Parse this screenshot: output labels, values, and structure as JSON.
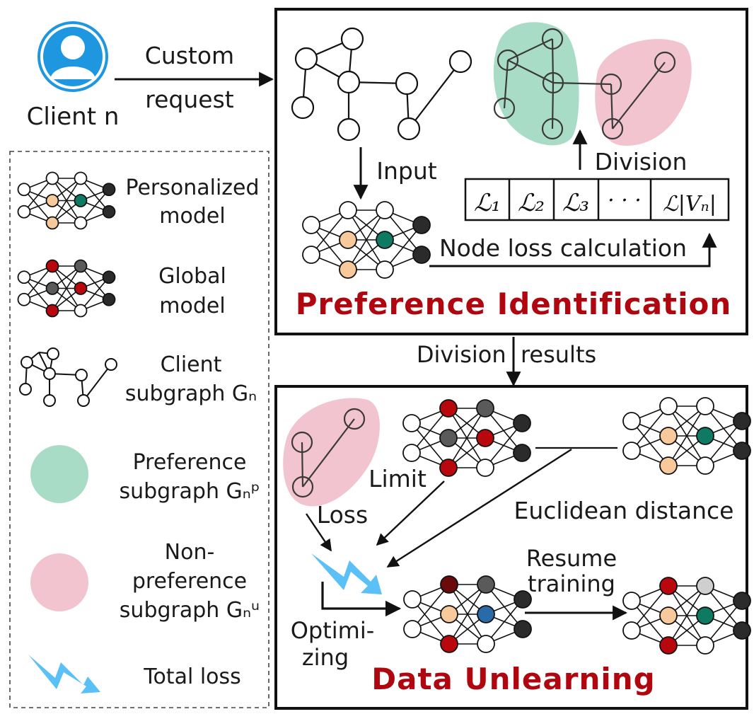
{
  "client": {
    "label": "Client n",
    "request_label_line1": "Custom",
    "request_label_line2": "request"
  },
  "legend": {
    "items": [
      {
        "label_lines": [
          "Personalized",
          "model"
        ]
      },
      {
        "label_lines": [
          "Global",
          "model"
        ]
      },
      {
        "label_lines": [
          "Client",
          "subgraph Gₙ"
        ]
      },
      {
        "label_lines": [
          "Preference",
          "subgraph Gₙᵖ"
        ]
      },
      {
        "label_lines": [
          "Non-",
          "preference",
          "subgraph Gₙᵘ"
        ]
      },
      {
        "label_lines": [
          "Total loss"
        ]
      }
    ]
  },
  "preference_panel": {
    "title": "Preference Identification",
    "input_label": "Input",
    "division_label": "Division",
    "node_loss_label": "Node loss calculation",
    "loss_cells": [
      "ℒ₁",
      "ℒ₂",
      "ℒ₃",
      "· · ·",
      "ℒ|Vₙ|"
    ]
  },
  "between_label": "Division  results",
  "unlearning_panel": {
    "title": "Data Unlearning",
    "limit_label": "Limit",
    "loss_label": "Loss",
    "euclid_label": "Euclidean distance",
    "optimizing_line1": "Optimi-",
    "optimizing_line2": "zing",
    "resume_line1": "Resume",
    "resume_line2": "training"
  },
  "colors": {
    "accent_title": "#b0060f",
    "preference_fill": "#a9dcc7",
    "non_preference_fill": "#f2c4d0",
    "client_icon": "#1e96e0",
    "total_loss_arrow": "#5bc0f5",
    "node_orange": "#f8c99a",
    "node_teal": "#0f7a63",
    "node_red": "#b8080e",
    "node_gray": "#5a5a5a",
    "node_dark": "#2b2b2b",
    "node_darkred": "#6a0a0a",
    "node_blue": "#2a6aa8",
    "node_lightgray": "#cfcfcf"
  }
}
